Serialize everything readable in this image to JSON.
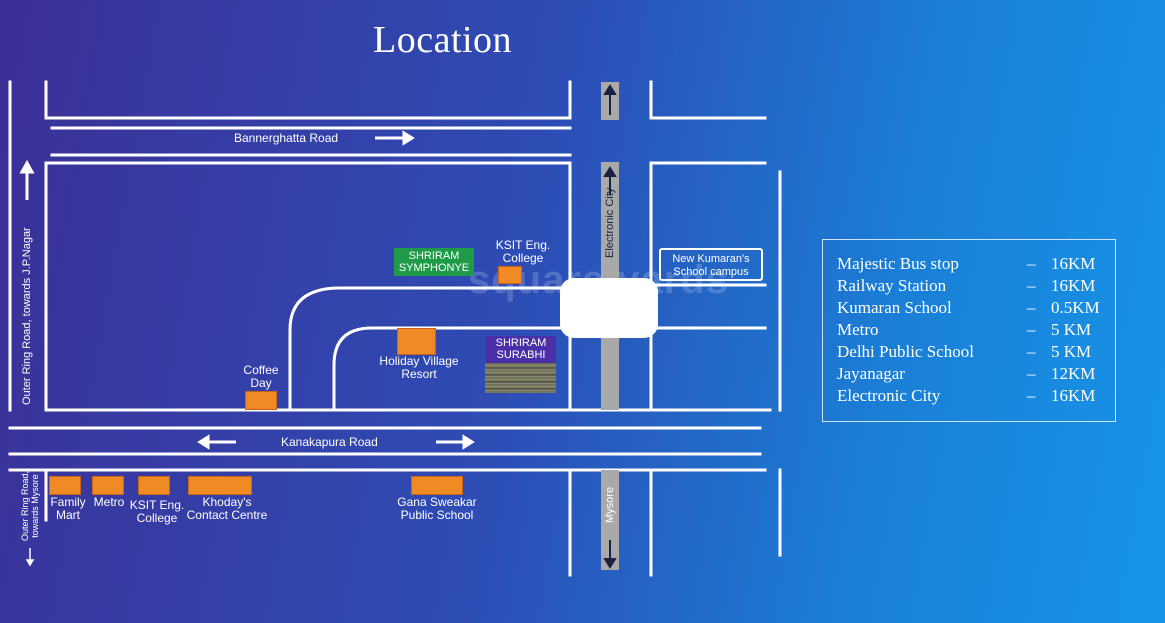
{
  "title": "Location",
  "roads": {
    "bannerghatta": "Bannerghatta Road",
    "kanakapura": "Kanakapura Road",
    "outer_ring_jp": "Outer Ring Road, towards J.P.Nagar",
    "outer_ring_mysore": "Outer Ring Road, towards Mysore",
    "electronic_city": "Electronic City",
    "mysore": "Mysore"
  },
  "landmarks": {
    "shriram_symphony": "SHRIRAM SYMPHONYE",
    "ksit_college_top": "KSIT Eng. College",
    "new_kumarans": "New Kumaran's School campus",
    "holiday_village": "Holiday Village Resort",
    "shriram_surabhi": "SHRIRAM SURABHI",
    "coffee_day": "Coffee Day",
    "family_mart": "Family Mart",
    "metro": "Metro",
    "ksit_college_bottom": "KSIT Eng. College",
    "khodays": "Khoday's Contact Centre",
    "gana_sweakar": "Gana Sweakar Public School"
  },
  "watermark": "square yards",
  "distances": [
    {
      "place": "Majestic Bus stop",
      "sep": "–",
      "value": "16KM"
    },
    {
      "place": "Railway Station",
      "sep": "–",
      "value": "16KM"
    },
    {
      "place": "Kumaran School",
      "sep": "–",
      "value": "0.5KM"
    },
    {
      "place": "Metro",
      "sep": "–",
      "value": "5 KM"
    },
    {
      "place": "Delhi Public School",
      "sep": "–",
      "value": "5 KM"
    },
    {
      "place": "Jayanagar",
      "sep": "–",
      "value": "12KM"
    },
    {
      "place": "Electronic City",
      "sep": "–",
      "value": "16KM"
    }
  ],
  "colors": {
    "road_line": "#ffffff",
    "landmark": "#f08a24",
    "symphony_tag": "#1f9a49",
    "surabhi_tag": "#4a2fa8",
    "median": "#a9a9a9"
  }
}
